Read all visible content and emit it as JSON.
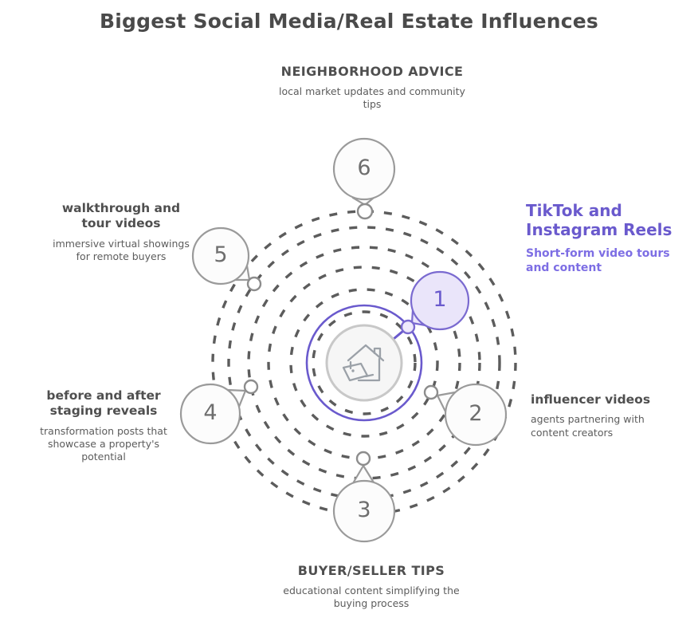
{
  "title": "Biggest Social Media/Real Estate Influences",
  "colors": {
    "accent": "#6a5acd",
    "accent_light": "#7d6ee4",
    "gray_text": "#4f4f4f",
    "ring": "#3f3f3f"
  },
  "center": {
    "icon": "house-with-device-icon"
  },
  "items": [
    {
      "number": "1",
      "heading": "TikTok and Instagram Reels",
      "subtext": "Short-form video tours and content",
      "highlighted": true
    },
    {
      "number": "2",
      "heading": "influencer videos",
      "subtext": "agents partnering with content creators",
      "highlighted": false
    },
    {
      "number": "3",
      "heading": "BUYER/SELLER TIPS",
      "subtext": "educational content simplifying the buying process",
      "highlighted": false
    },
    {
      "number": "4",
      "heading": "before and after staging reveals",
      "subtext": "transformation posts that showcase a property's potential",
      "highlighted": false
    },
    {
      "number": "5",
      "heading": "walkthrough and tour videos",
      "subtext": "immersive virtual showings for remote buyers",
      "highlighted": false
    },
    {
      "number": "6",
      "heading": "NEIGHBORHOOD ADVICE",
      "subtext": "local market updates and community tips",
      "highlighted": false
    }
  ]
}
